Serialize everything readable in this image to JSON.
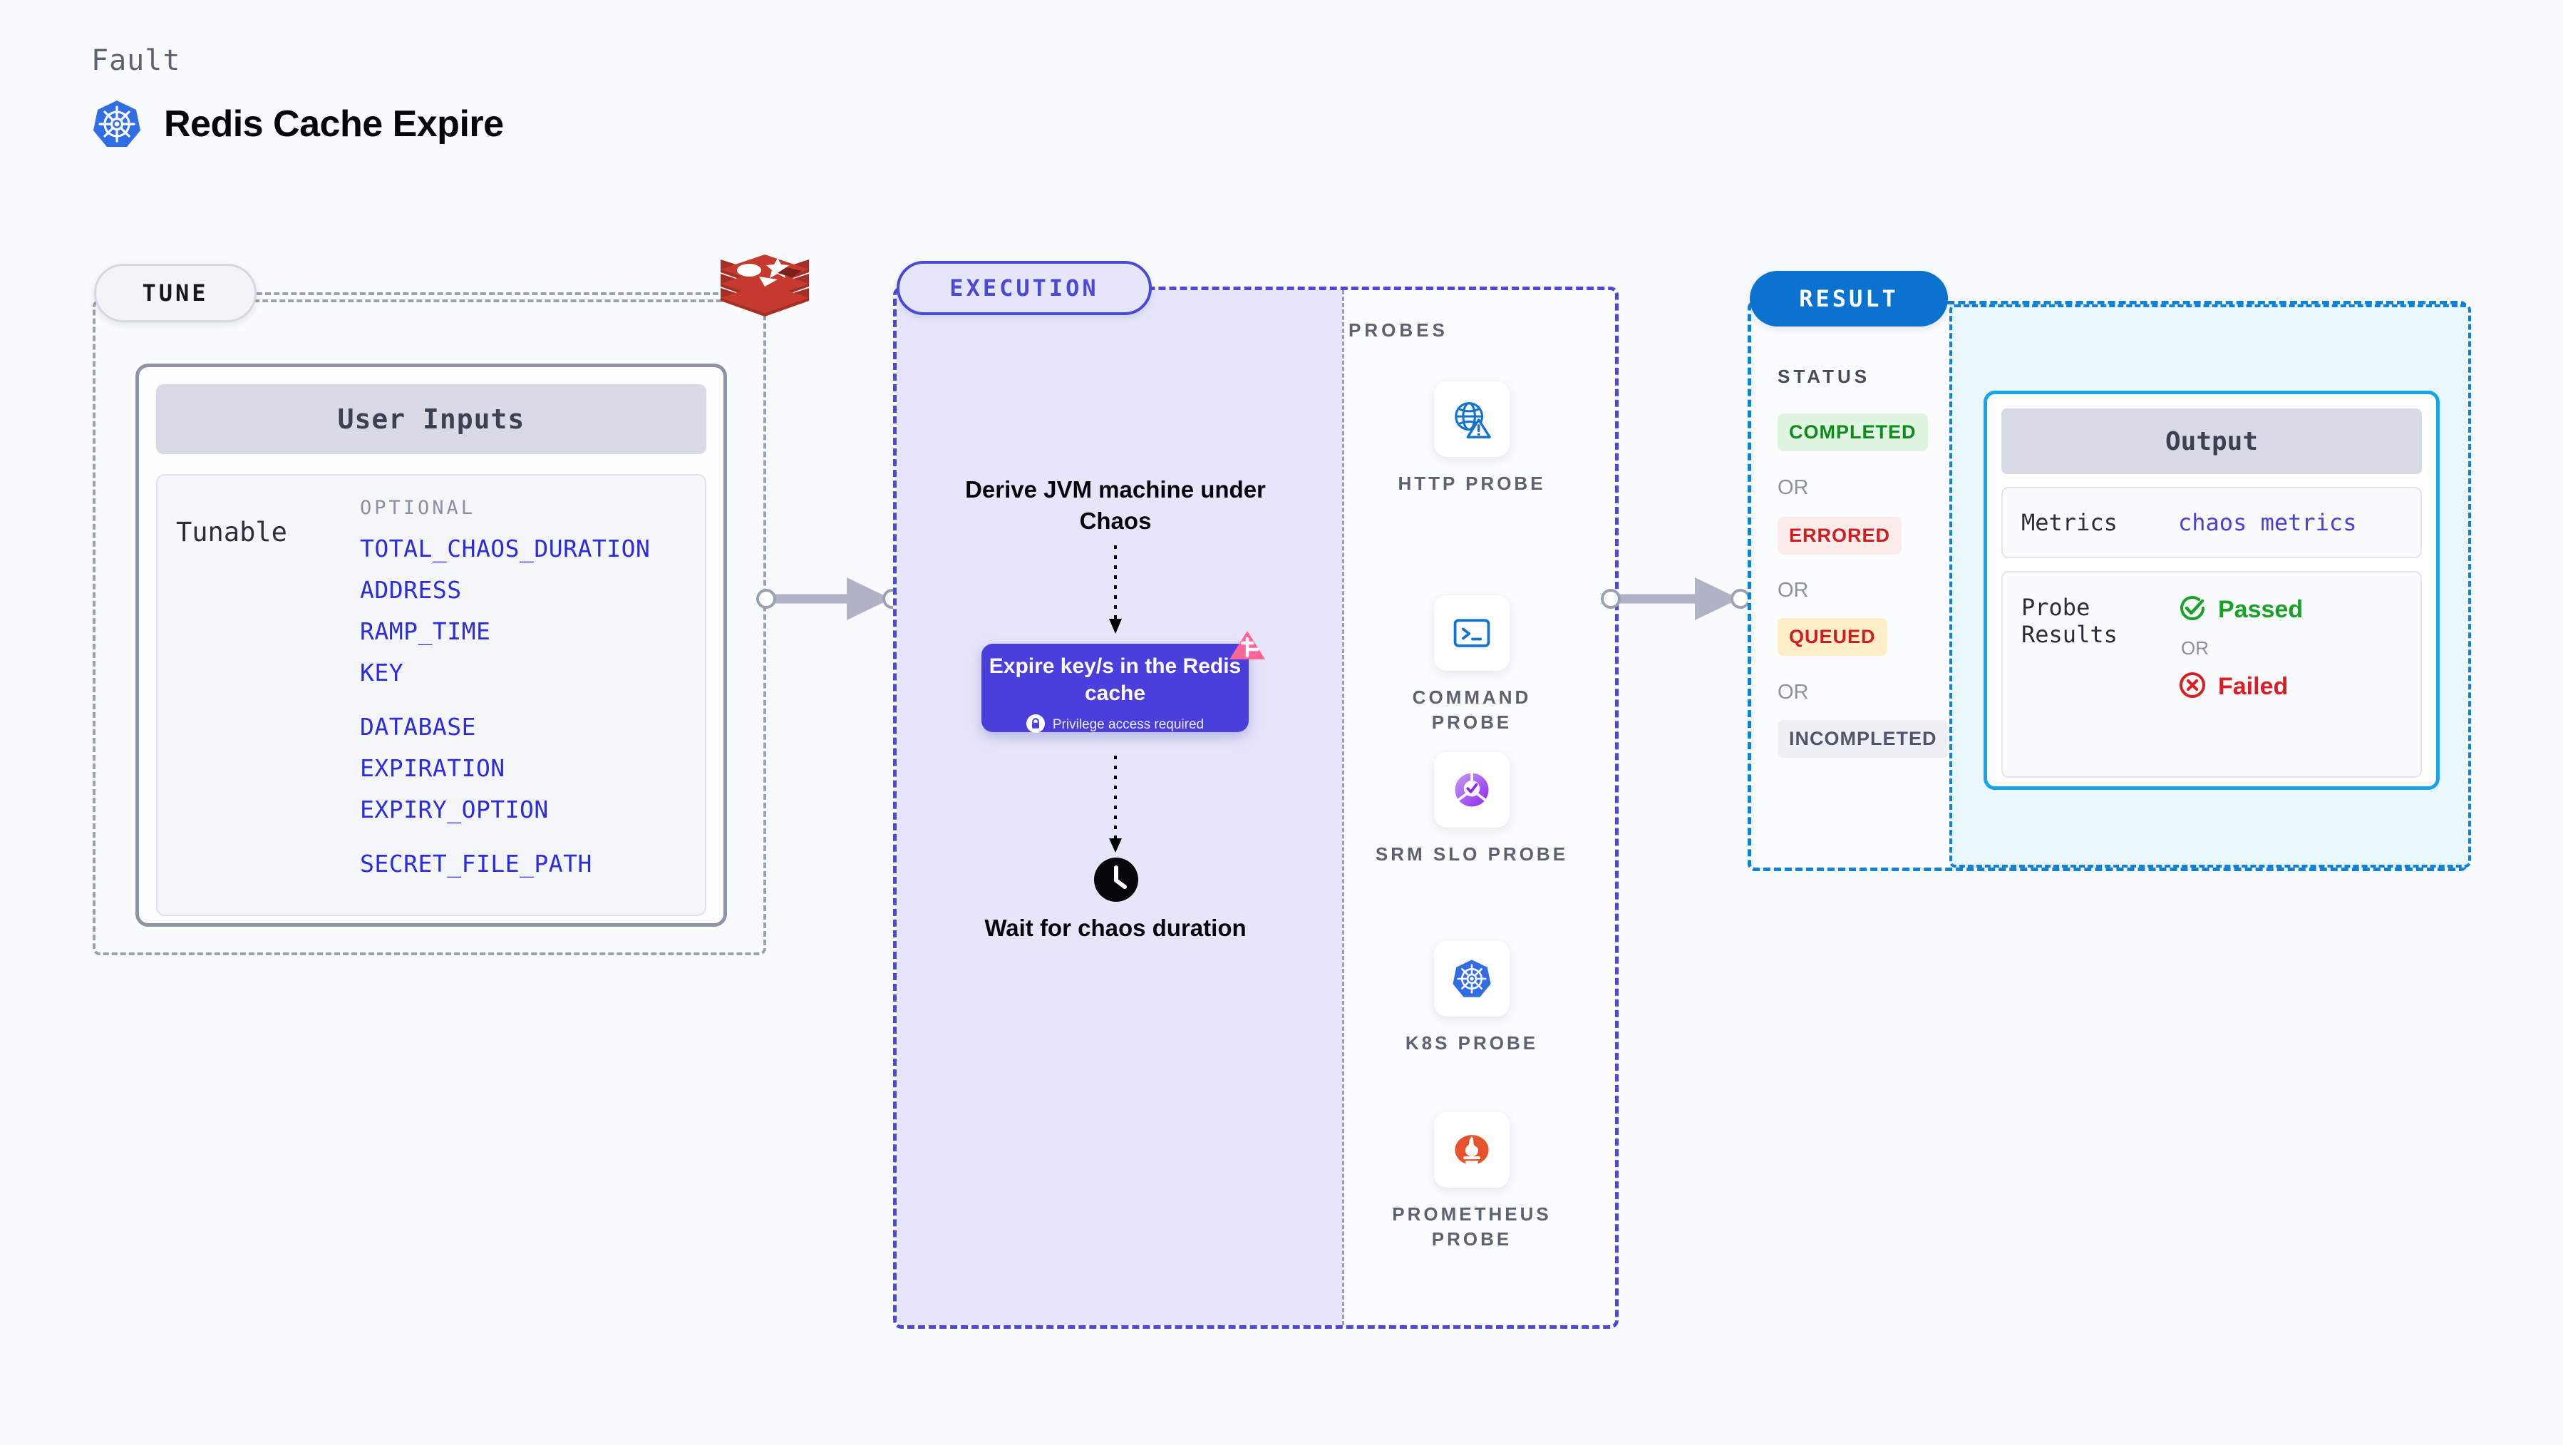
{
  "header": {
    "kicker": "Fault",
    "title": "Redis Cache Expire",
    "icon": "kubernetes-icon"
  },
  "tune": {
    "pill_label": "TUNE",
    "card_title": "User Inputs",
    "tunable_label": "Tunable",
    "optional_label": "OPTIONAL",
    "redis_icon": "redis-logo-icon",
    "parameters": [
      "TOTAL_CHAOS_DURATION",
      "ADDRESS",
      "RAMP_TIME",
      "KEY",
      "DATABASE",
      "EXPIRATION",
      "EXPIRY_OPTION",
      "SECRET_FILE_PATH"
    ]
  },
  "execution": {
    "pill_label": "EXECUTION",
    "derive_step": "Derive JVM machine under Chaos",
    "chaos_card": {
      "title": "Expire key/s in the Redis cache",
      "privilege_note": "Privilege access required",
      "lock_icon": "lock-icon",
      "corner_icon": "chaos-fault-icon"
    },
    "wait_step": "Wait for chaos duration",
    "clock_icon": "clock-icon"
  },
  "probes": {
    "section_label": "PROBES",
    "items": [
      {
        "label": "HTTP PROBE",
        "icon": "globe-warning-icon"
      },
      {
        "label": "COMMAND PROBE",
        "icon": "terminal-icon"
      },
      {
        "label": "SRM SLO PROBE",
        "icon": "slo-gauge-check-icon"
      },
      {
        "label": "K8S PROBE",
        "icon": "kubernetes-icon"
      },
      {
        "label": "PROMETHEUS PROBE",
        "icon": "prometheus-flame-icon"
      }
    ]
  },
  "result": {
    "pill_label": "RESULT",
    "status_label": "STATUS",
    "or_label": "OR",
    "statuses": [
      {
        "label": "COMPLETED",
        "color": "#0f8a1e",
        "bg": "#dff5e1"
      },
      {
        "label": "ERRORED",
        "color": "#cf1d20",
        "bg": "#fdecec"
      },
      {
        "label": "QUEUED",
        "color": "#cf1d20",
        "bg": "#fdeec7"
      },
      {
        "label": "INCOMPLETED",
        "color": "#50566a",
        "bg": "#eef0f5"
      }
    ],
    "output": {
      "title": "Output",
      "metrics_key": "Metrics",
      "metrics_value": "chaos metrics",
      "probe_results_key": "Probe Results",
      "passed_label": "Passed",
      "failed_label": "Failed",
      "or_label": "OR",
      "passed_icon": "check-circle-icon",
      "failed_icon": "x-circle-icon"
    }
  },
  "colors": {
    "accent_purple": "#4b3fdb",
    "accent_blue": "#0b72cf",
    "cyan": "#18a5e8",
    "redis_red": "#b4342b",
    "pink": "#ff6598",
    "k8s_blue": "#326ce5",
    "prometheus_orange": "#e6522c",
    "green": "#0f8a1e",
    "red": "#cf1d20"
  }
}
